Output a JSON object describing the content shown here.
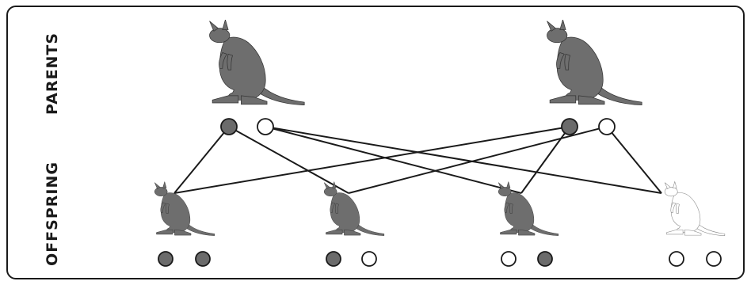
{
  "labels": {
    "parents": "PARENTS",
    "offspring": "OFFSPRING"
  },
  "colors": {
    "filled": "#6b6b6b",
    "empty": "#ffffff",
    "outline": "#1a1a1a",
    "kangaroo_dark": "#6e6e6e",
    "kangaroo_light": "#ffffff"
  },
  "parents": [
    {
      "id": "parent-1",
      "kangaroo": "dark",
      "alleles": [
        "filled",
        "empty"
      ]
    },
    {
      "id": "parent-2",
      "kangaroo": "dark",
      "alleles": [
        "filled",
        "empty"
      ]
    }
  ],
  "offspring": [
    {
      "id": "offspring-1",
      "kangaroo": "dark",
      "alleles": [
        "filled",
        "filled"
      ]
    },
    {
      "id": "offspring-2",
      "kangaroo": "dark",
      "alleles": [
        "filled",
        "empty"
      ]
    },
    {
      "id": "offspring-3",
      "kangaroo": "dark",
      "alleles": [
        "empty",
        "filled"
      ]
    },
    {
      "id": "offspring-4",
      "kangaroo": "light",
      "alleles": [
        "empty",
        "empty"
      ]
    }
  ],
  "inheritance": [
    {
      "from": "parent-1.filled",
      "to": "offspring-1"
    },
    {
      "from": "parent-1.filled",
      "to": "offspring-2"
    },
    {
      "from": "parent-1.empty",
      "to": "offspring-3"
    },
    {
      "from": "parent-1.empty",
      "to": "offspring-4"
    },
    {
      "from": "parent-2.filled",
      "to": "offspring-1"
    },
    {
      "from": "parent-2.filled",
      "to": "offspring-3"
    },
    {
      "from": "parent-2.empty",
      "to": "offspring-2"
    },
    {
      "from": "parent-2.empty",
      "to": "offspring-4"
    }
  ]
}
